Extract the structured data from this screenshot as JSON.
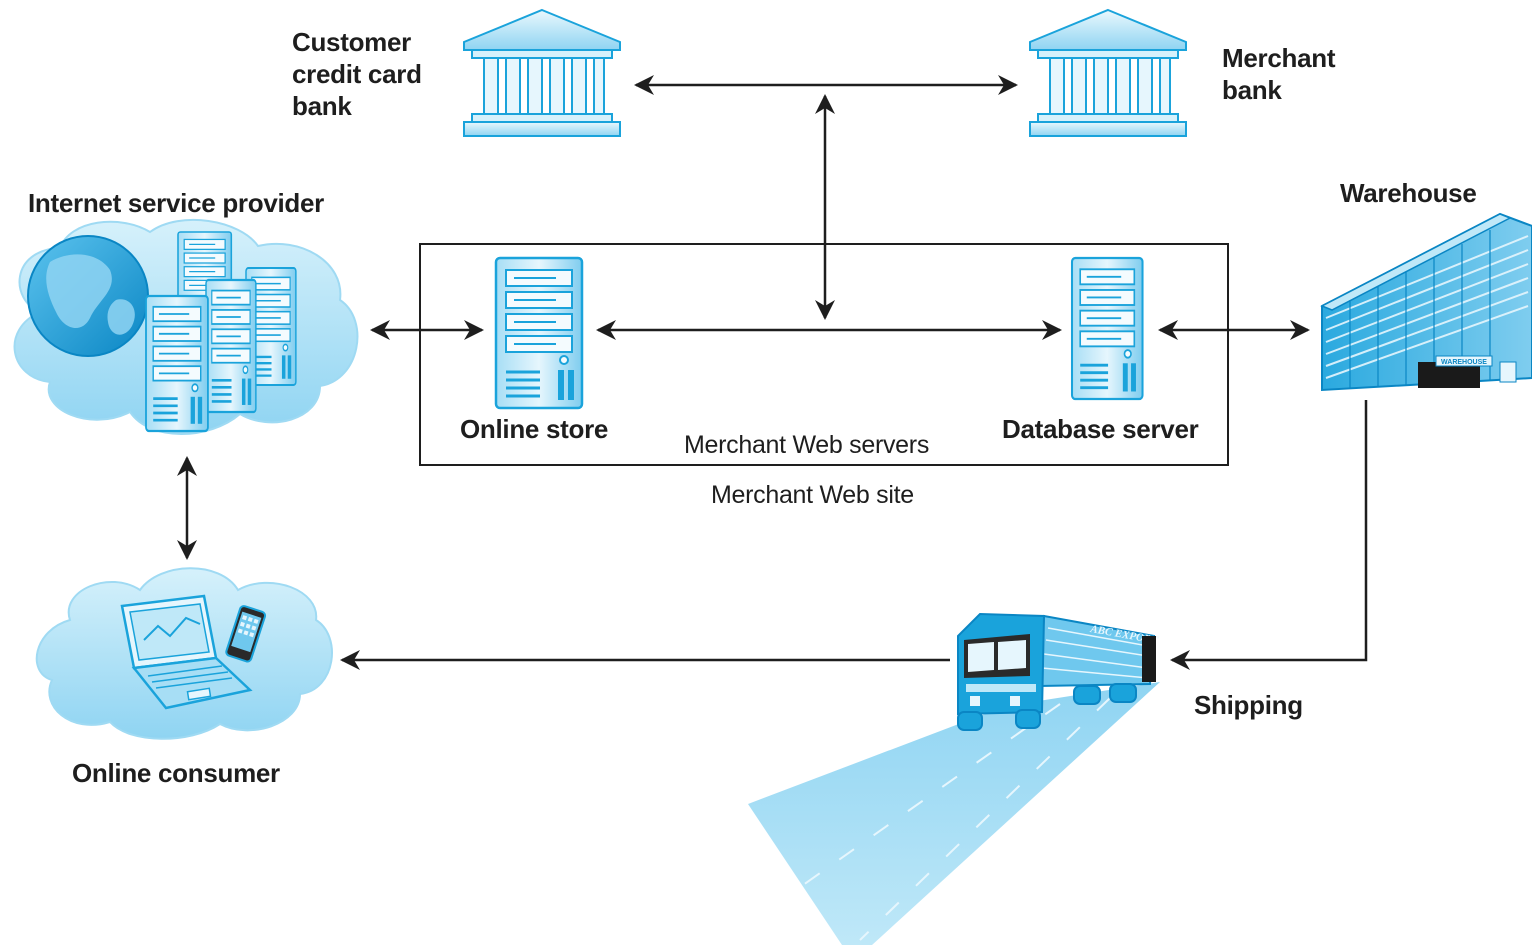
{
  "labels": {
    "customer_bank": "Customer\ncredit card\nbank",
    "merchant_bank": "Merchant\nbank",
    "isp": "Internet service provider",
    "warehouse": "Warehouse",
    "online_store": "Online store",
    "merchant_web_servers": "Merchant Web servers",
    "database_server": "Database server",
    "merchant_web_site": "Merchant Web site",
    "online_consumer": "Online consumer",
    "shipping": "Shipping",
    "truck_side_text": "ABC EXPORT",
    "warehouse_sign": "WAREHOUSE"
  },
  "icons": [
    "bank-icon",
    "server-icon",
    "globe-icon",
    "cloud-icon",
    "laptop-icon",
    "phone-icon",
    "warehouse-icon",
    "truck-icon",
    "road-icon"
  ],
  "colors": {
    "accent_light": "#bfe8f8",
    "accent_mid": "#6fc8ee",
    "accent_dark": "#1aa3db",
    "line": "#1e1e1e"
  }
}
